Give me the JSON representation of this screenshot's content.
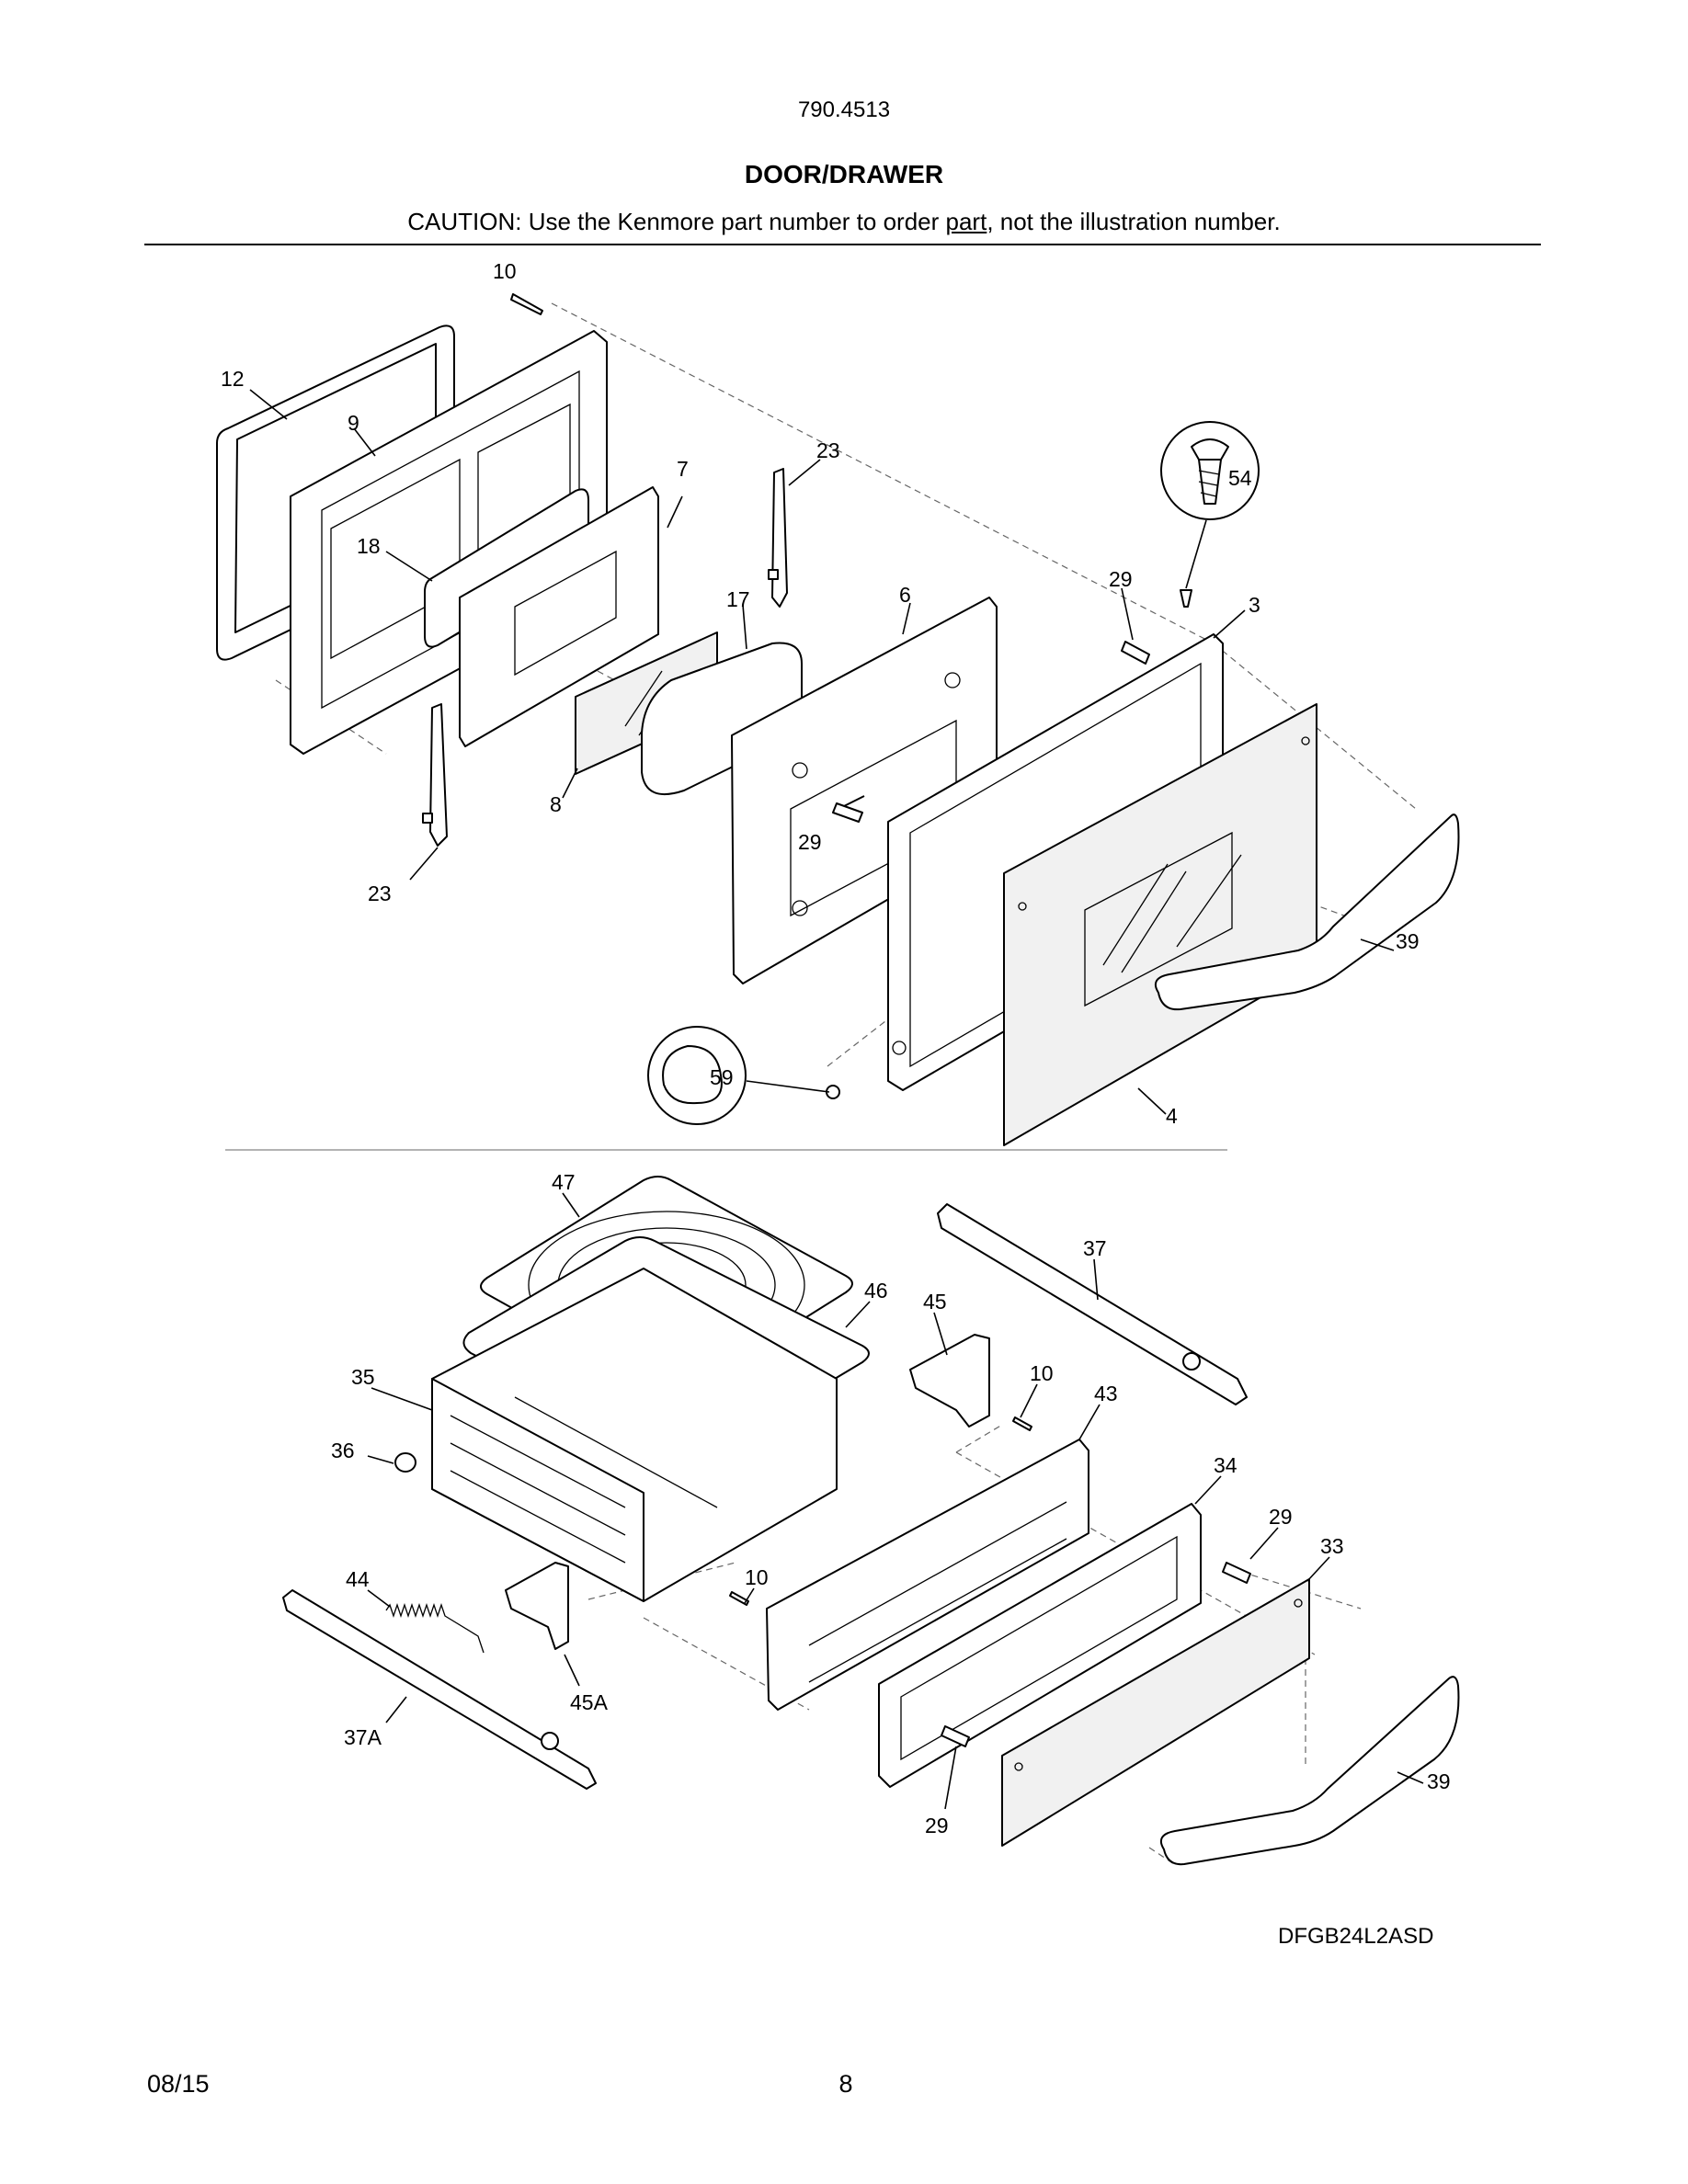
{
  "header": {
    "model_number": "790.4513",
    "section_title": "DOOR/DRAWER",
    "caution_before": "CAUTION: Use the Kenmore part number to order ",
    "caution_underlined": "part",
    "caution_after": ", not the illustration number."
  },
  "diagram": {
    "door_callouts": [
      "10",
      "12",
      "9",
      "7",
      "23",
      "54",
      "18",
      "17",
      "6",
      "29",
      "3",
      "8",
      "29",
      "23",
      "39",
      "59",
      "4"
    ],
    "drawer_callouts": [
      "47",
      "37",
      "46",
      "45",
      "35",
      "10",
      "43",
      "36",
      "34",
      "29",
      "33",
      "10",
      "44",
      "45A",
      "37A",
      "39",
      "29"
    ]
  },
  "footer": {
    "model_code": "DFGB24L2ASD",
    "date": "08/15",
    "page_number": "8"
  }
}
